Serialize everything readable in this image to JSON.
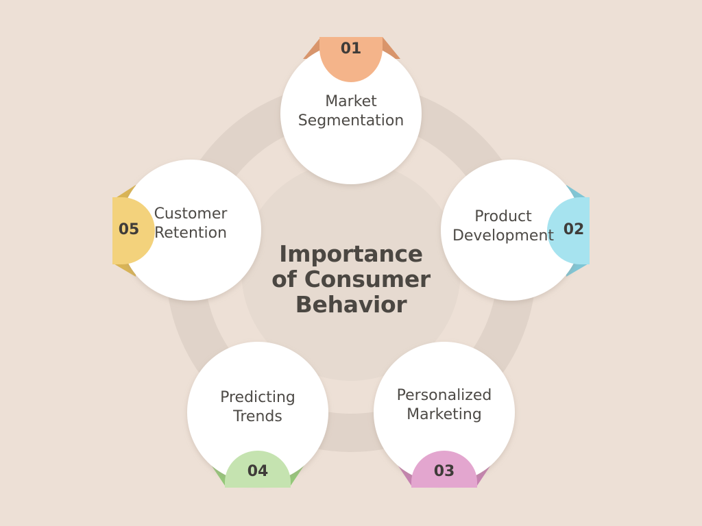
{
  "diagram": {
    "title_lines": [
      "Importance",
      "of Consumer",
      "Behavior"
    ],
    "nodes": [
      {
        "number": "01",
        "label_lines": [
          "Market",
          "Segmentation"
        ],
        "color": "#f4b48a",
        "dark": "#d9956b"
      },
      {
        "number": "02",
        "label_lines": [
          "Product",
          "Development"
        ],
        "color": "#a6e3ef",
        "dark": "#7fc6d6"
      },
      {
        "number": "03",
        "label_lines": [
          "Personalized",
          "Marketing"
        ],
        "color": "#e3a6cf",
        "dark": "#c681b1"
      },
      {
        "number": "04",
        "label_lines": [
          "Predicting",
          "Trends"
        ],
        "color": "#c5e3b0",
        "dark": "#94c879"
      },
      {
        "number": "05",
        "label_lines": [
          "Customer",
          "Retention"
        ],
        "color": "#f3d27c",
        "dark": "#d9b455"
      }
    ],
    "colors": {
      "background": "#ede0d6",
      "ring": "#e0d3c9",
      "circle": "#ffffff",
      "text": "#4b4742"
    }
  }
}
